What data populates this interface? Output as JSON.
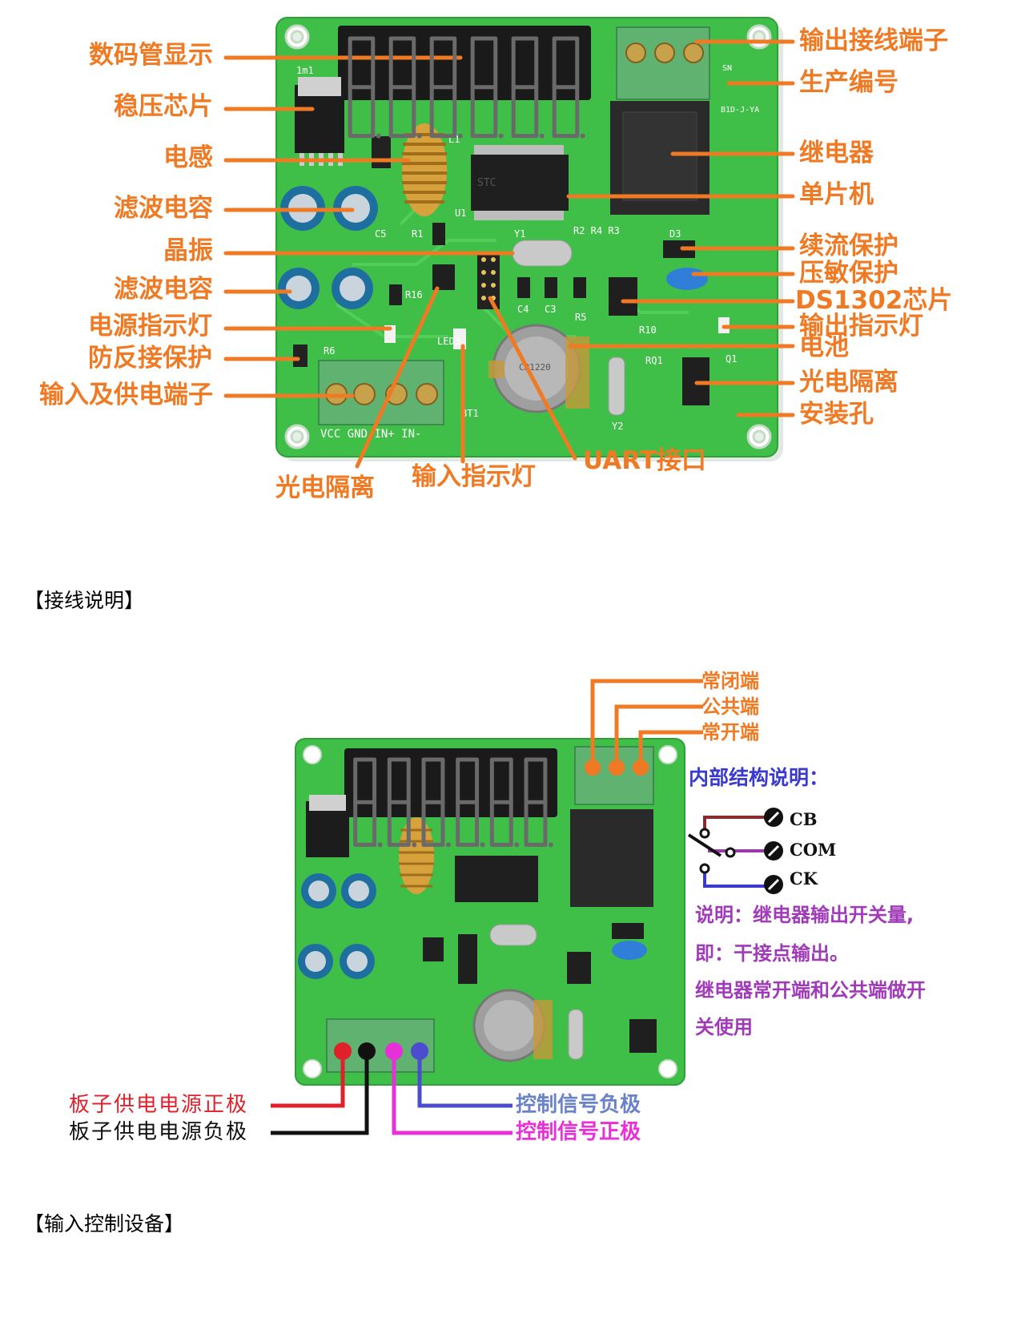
{
  "board_labels": {
    "seg_display": "数码管显示",
    "regulator": "稳压芯片",
    "inductor": "电感",
    "filter_cap_1": "滤波电容",
    "crystal": "晶振",
    "filter_cap_2": "滤波电容",
    "power_led": "电源指示灯",
    "reverse_protect": "防反接保护",
    "input_power_terminal": "输入及供电端子",
    "output_terminal": "输出接线端子",
    "serial_number": "生产编号",
    "relay": "继电器",
    "mcu": "单片机",
    "freewheel_protect": "续流保护",
    "varistor_protect": "压敏保护",
    "ds1302": "DS1302芯片",
    "output_led": "输出指示灯",
    "battery": "电池",
    "optocoupler_right": "光电隔离",
    "mount_hole": "安装孔",
    "optocoupler_bottom": "光电隔离",
    "input_led": "输入指示灯",
    "uart": "UART接口"
  },
  "section_headings": {
    "wiring": "【接线说明】",
    "input_devices": "【输入控制设备】"
  },
  "wiring": {
    "nc_terminal": "常闭端",
    "com_terminal": "公共端",
    "no_terminal": "常开端",
    "internal_title": "内部结构说明：",
    "cb": "CB",
    "com": "COM",
    "ck": "CK",
    "note_line1": "说明：继电器输出开关量,",
    "note_line2": "即：干接点输出。",
    "note_line3": "继电器常开端和公共端做开",
    "note_line4": "关使用",
    "power_positive": "板子供电电源正极",
    "power_negative": "板子供电电源负极",
    "signal_negative": "控制信号负极",
    "signal_positive": "控制信号正极"
  },
  "pcb_silkscreen": {
    "silk_1m1": "1m1",
    "l1": "L1",
    "u1": "U1",
    "y1": "Y1",
    "r2r4r3": "R2 R4 R3",
    "d3": "D3",
    "c5": "C5",
    "r1": "R1",
    "r16": "R16",
    "c4": "C4",
    "c3": "C3",
    "r5": "R5",
    "r10": "R10",
    "led3": "LED3",
    "rq1": "RQ1",
    "q1": "Q1",
    "bt1": "BT1",
    "y2": "Y2",
    "r6": "R6",
    "terminal_text": "VCC GND IN+ IN-",
    "sn": "SN",
    "board_id": "B1D-J-YA",
    "cell": "CR1220",
    "mcu_mark": "STC"
  },
  "colors": {
    "label_orange": "#f07a23",
    "pcb_green": "#3fbf48",
    "power_red": "#e0202a",
    "power_black": "#111111",
    "signal_magenta": "#e830d8",
    "signal_blue": "#4c4ccf",
    "internal_title_blue": "#3a3ad0",
    "note_purple": "#a03ab8",
    "cb_wire": "#8b2a2a",
    "com_wire": "#9a3aa8",
    "ck_wire": "#3a3ad0"
  }
}
